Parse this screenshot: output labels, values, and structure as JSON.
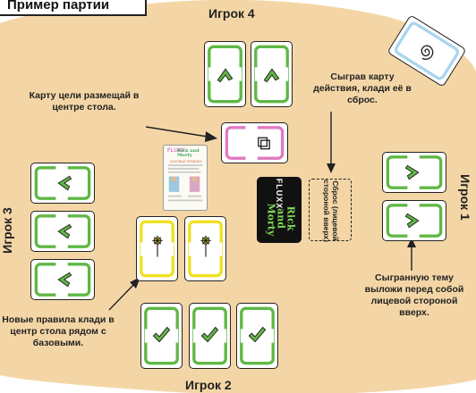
{
  "title": "Пример партии",
  "players": {
    "top": "Игрок 4",
    "right": "Игрок 1",
    "left": "Игрок 3",
    "bottom": "Игрок 2"
  },
  "notes": {
    "goal": "Карту цели размещай в центре стола.",
    "discard_action": "Сыграв карту действия, клади её в сброс.",
    "new_rules": "Новые правила клади в центр стола рядом с базовыми.",
    "keeper": "Сыгранную тему выложи перед собой лицевой стороной вверх."
  },
  "discard_label": "Сброс (лицевой стороной вверх)",
  "deck": {
    "logo": "FLUXX",
    "brand": "Rick and Morty"
  },
  "rules_card": {
    "logo": "FLUXX",
    "brand": "Rick and Morty",
    "heading": "БАЗОВЫЕ ПРАВИЛА"
  },
  "card_icons": {
    "player_hands": "arrow-icon",
    "keepers": "checkmark-icon",
    "new_rules": "sparkle-wand-icon",
    "goal": "double-square-icon",
    "spiral_card": "spiral-icon"
  },
  "colors": {
    "table": "#f4d6a6",
    "green_card": "#5fb844",
    "yellow_card": "#f0e020",
    "pink_card": "#e07ac3",
    "blue_card": "#a9d6ee",
    "ink": "#222222"
  }
}
